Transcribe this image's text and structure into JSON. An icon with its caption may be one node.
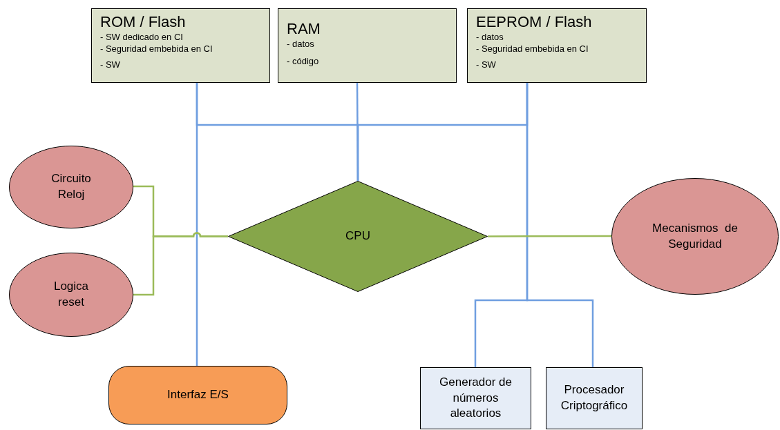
{
  "diagram": {
    "nodes": [
      {
        "text": [
          "ROM / Flash",
          "- SW dedicado en CI",
          "- Seguridad embebida en CI",
          "- SW"
        ]
      },
      {
        "text": [
          "RAM",
          "- datos",
          "- código"
        ]
      },
      {
        "text": [
          "EEPROM / Flash",
          "- datos",
          "- Seguridad embebida en CI",
          "- SW"
        ]
      },
      {
        "text": [
          "Circuito Reloj"
        ]
      },
      {
        "text": [
          "CPU"
        ]
      },
      {
        "text": [
          "Mecanismos  de Seguridad"
        ]
      },
      {
        "text": [
          "Logica reset"
        ]
      },
      {
        "text": [
          "Interfaz E/S"
        ]
      },
      {
        "text": [
          "Generador de números aleatorios"
        ]
      },
      {
        "text": [
          "Procesador Criptográfico"
        ]
      }
    ],
    "edges": [
      {
        "from": 0,
        "to": 4,
        "arrow": "none"
      },
      {
        "from": 1,
        "to": 4,
        "arrow": "none"
      },
      {
        "from": 2,
        "to": 4,
        "arrow": "none"
      },
      {
        "from": 0,
        "to": 7,
        "arrow": "none"
      },
      {
        "from": 2,
        "to": 8,
        "arrow": "none"
      },
      {
        "from": 2,
        "to": 9,
        "arrow": "none"
      },
      {
        "from": 3,
        "to": 4,
        "arrow": "none",
        "color": "#9bbb59"
      },
      {
        "from": 6,
        "to": 4,
        "arrow": "none",
        "color": "#9bbb59"
      },
      {
        "from": 4,
        "to": 5,
        "arrow": "none",
        "color": "#9bbb59"
      }
    ]
  }
}
